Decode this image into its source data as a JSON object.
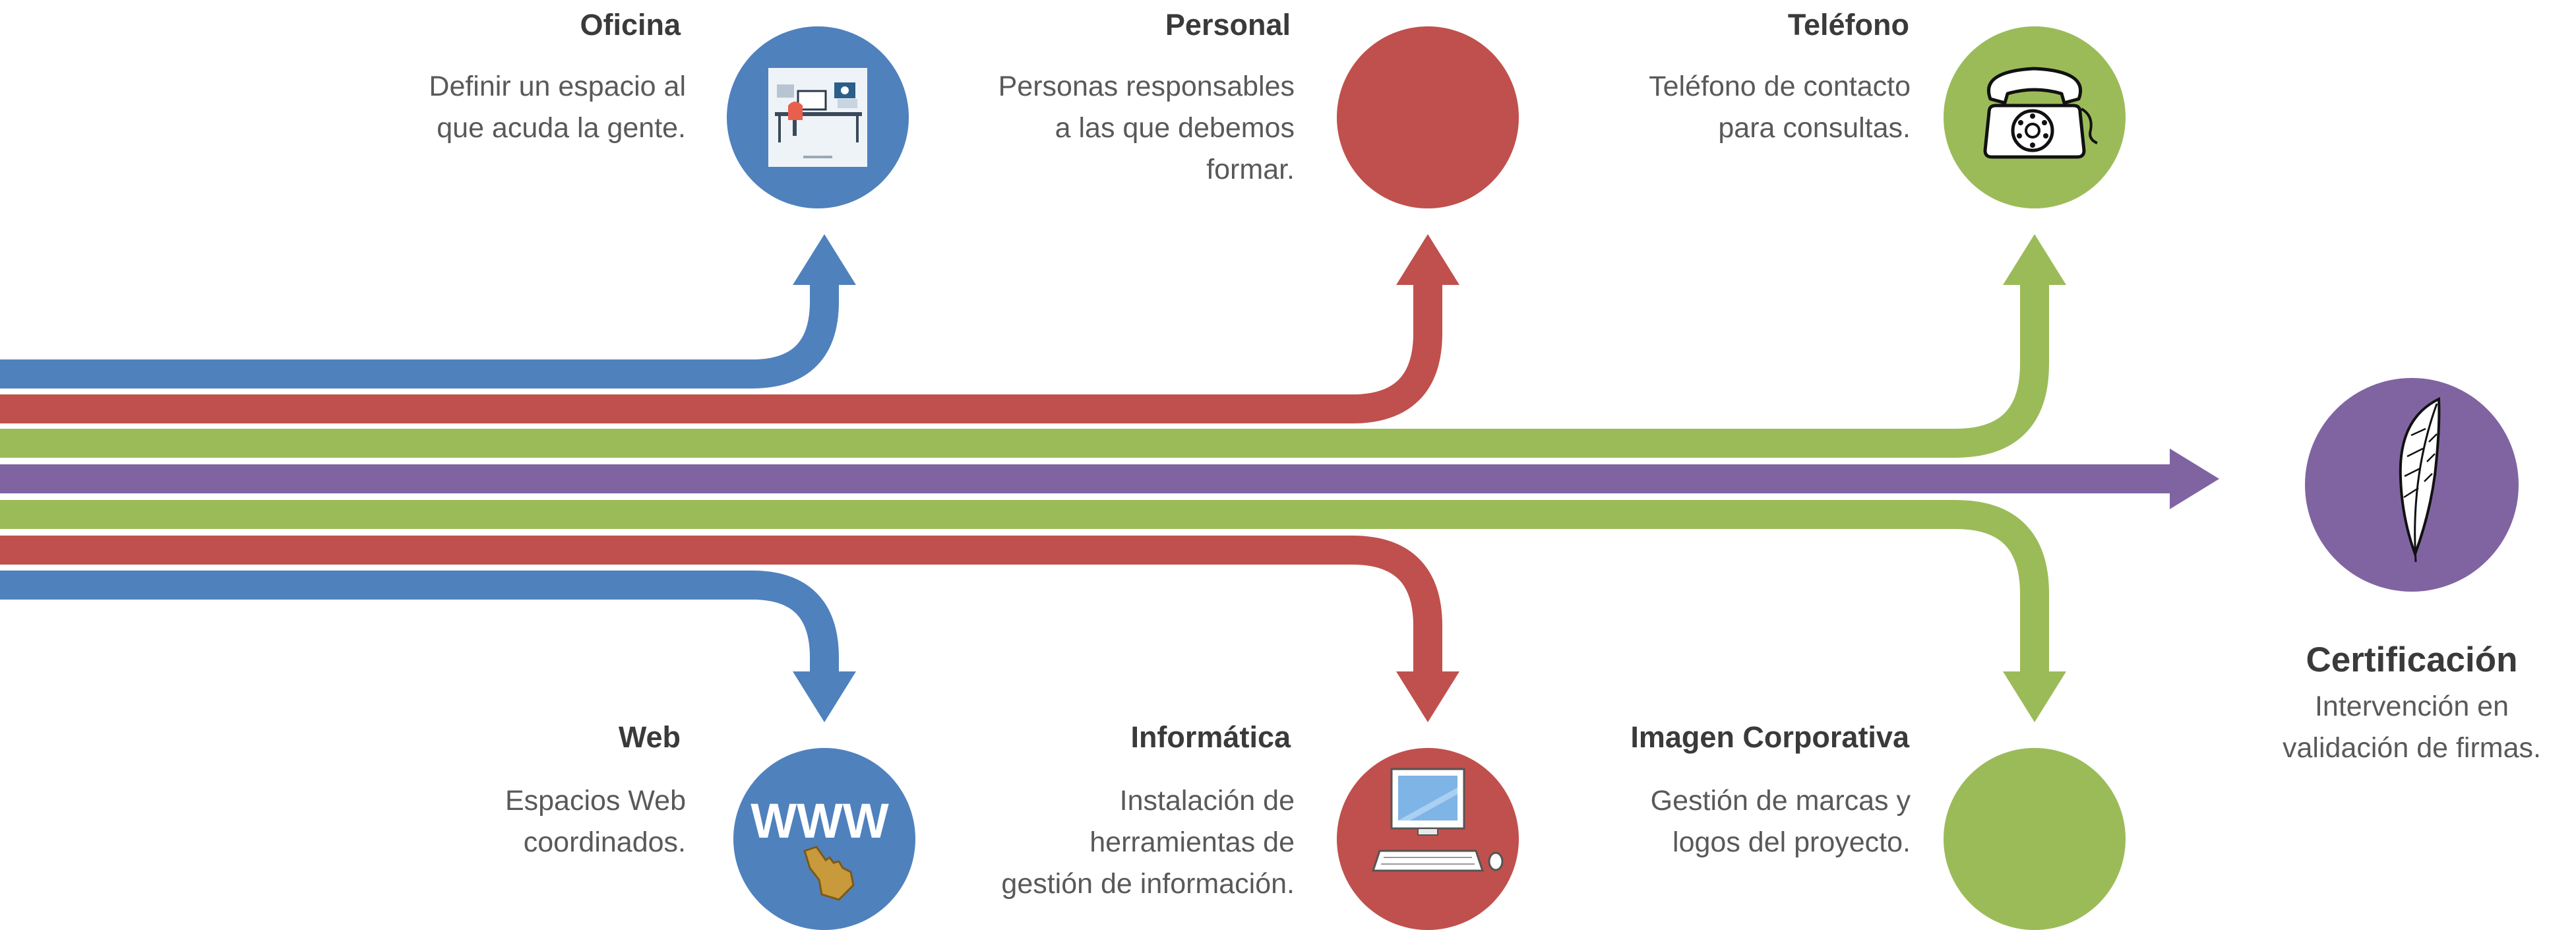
{
  "colors": {
    "blue": "#4f81bd",
    "red": "#c0504d",
    "green": "#9bbb59",
    "purple": "#8064a2"
  },
  "items": {
    "oficina": {
      "title": "Oficina",
      "desc": [
        "Definir un espacio al",
        "que acuda la gente."
      ],
      "icon": "office-desk-icon"
    },
    "personal": {
      "title": "Personal",
      "desc": [
        "Personas responsables",
        "a las que debemos",
        "formar."
      ]
    },
    "telefono": {
      "title": "Teléfono",
      "desc": [
        "Teléfono de contacto",
        "para consultas."
      ],
      "icon": "telephone-icon"
    },
    "web": {
      "title": "Web",
      "desc": [
        "Espacios Web",
        "coordinados."
      ],
      "icon": "www-hand-icon",
      "icon_text": "WWW"
    },
    "informatica": {
      "title": "Informática",
      "desc": [
        "Instalación de",
        "herramientas de",
        "gestión de información."
      ],
      "icon": "computer-icon"
    },
    "imagen": {
      "title": "Imagen Corporativa",
      "desc": [
        "Gestión de marcas y",
        "logos del proyecto."
      ]
    },
    "certificacion": {
      "title": "Certificación",
      "desc": [
        "Intervención en",
        "validación de firmas."
      ],
      "icon": "feather-icon"
    }
  }
}
